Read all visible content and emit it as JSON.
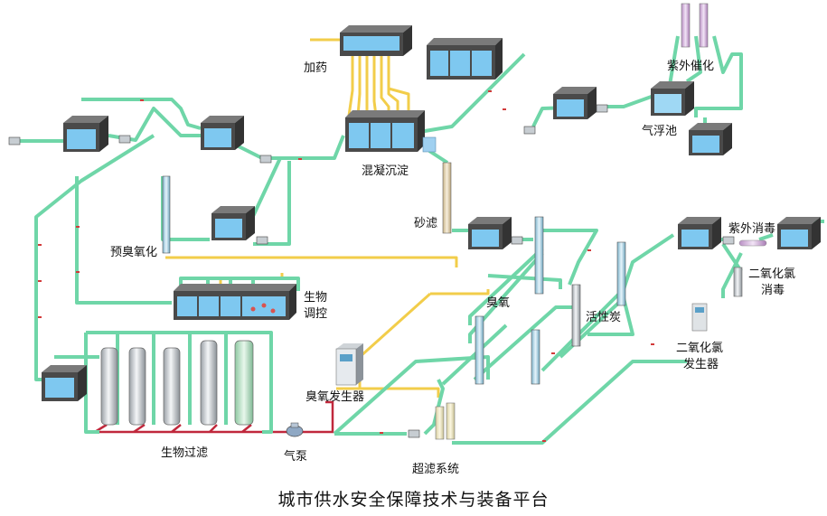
{
  "title": "城市供水安全保障技术与装备平台",
  "labels": {
    "dosing": "加药",
    "coag_sed": "混凝沉淀",
    "sand_filter": "砂滤",
    "pre_ozone": "预臭氧化",
    "bio_control_1": "生物",
    "bio_control_2": "调控",
    "ozone": "臭氧",
    "activated_carbon": "活性炭",
    "ozone_gen": "臭氧发生器",
    "bio_filter": "生物过滤",
    "air_pump": "气泵",
    "uf": "超滤系统",
    "uv_catalysis": "紫外催化",
    "daf": "气浮池",
    "uv_disinfect": "紫外消毒",
    "clo2_dis_1": "二氧化氯",
    "clo2_dis_2": "消毒",
    "clo2_gen_1": "二氧化氯",
    "clo2_gen_2": "发生器"
  },
  "colors": {
    "water_pipe": "#6fd6a8",
    "dosing_pipe": "#f2cd4a",
    "air_pipe": "#c0283c",
    "tank_water": "#7ec8f0",
    "tank_body": "#4a4a4a"
  }
}
